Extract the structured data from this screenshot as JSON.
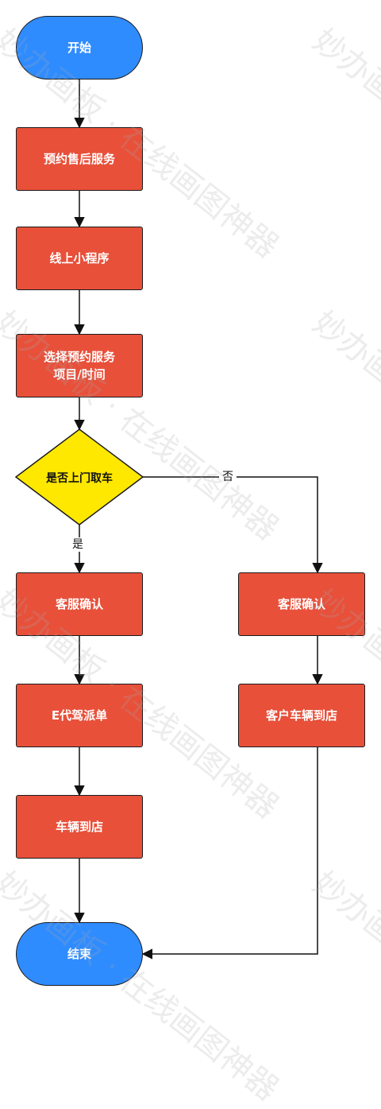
{
  "nodes": {
    "start": "开始",
    "book_service": "预约售后服务",
    "mini_program": "线上小程序",
    "select_item": "选择预约服务\n项目/时间",
    "decision": "是否上门取车",
    "cs_confirm_left": "客服确认",
    "cs_confirm_right": "客服确认",
    "dispatch": "E代驾派单",
    "vehicle_arrive": "车辆到店",
    "customer_arrive": "客户车辆到店",
    "end": "结束"
  },
  "edges": {
    "yes_label": "是",
    "no_label": "否"
  },
  "colors": {
    "terminal": "#2f8cff",
    "process": "#e8503a",
    "decision": "#ffe800",
    "stroke": "#1a1a1a"
  },
  "watermark": "妙办画板 · 在线画图神器"
}
